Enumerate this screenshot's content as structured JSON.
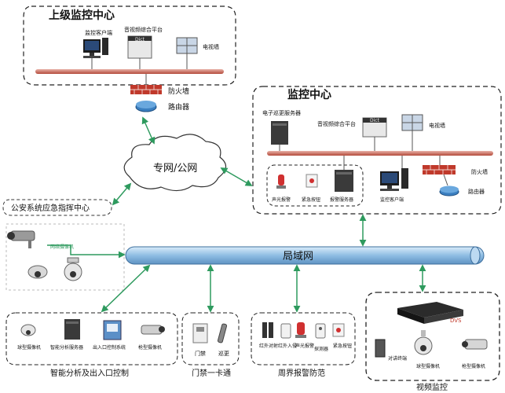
{
  "upper_center": {
    "title": "上级监控中心",
    "client": "监控客户端",
    "platform": "音视频综合平台",
    "platform_brand": "Dict",
    "tvwall": "电视墙",
    "firewall": "防火墙",
    "router": "路由器"
  },
  "monitor_center": {
    "title": "监控中心",
    "electronic_patrol": "电子巡更服务器",
    "platform": "音视频综合平台",
    "platform_brand": "Dict",
    "tvwall": "电视墙",
    "sound_alarm": "声光报警",
    "emergency_button": "紧急按钮",
    "alarm_server": "报警服务器",
    "client": "监控客户端",
    "firewall": "防火墙",
    "router": "路由器"
  },
  "cloud_label": "专网/公网",
  "public_security": "公安系统应急指挥中心",
  "lan_label": "局域网",
  "network_camera_label": "网络摄像机",
  "bottom_groups": {
    "smart": {
      "title": "智能分析及出入口控制",
      "items": [
        "球型摄像机",
        "智能分析服务器",
        "出入口控制系统",
        "枪型摄像机"
      ]
    },
    "access": {
      "title": "门禁一卡通",
      "items": [
        "门禁",
        "巡更"
      ]
    },
    "perimeter": {
      "title": "周界报警防范",
      "items": [
        "红外对射",
        "红外入侵",
        "声光报警",
        "探测器",
        "紧急按钮"
      ]
    },
    "video": {
      "title": "视频监控",
      "dvs": "DVS",
      "items": [
        "对讲终端",
        "球型摄像机",
        "枪型摄像机"
      ]
    }
  },
  "colors": {
    "green_link": "#2e9a5e",
    "red_bus": "#c0392b",
    "lan_pipe": "#9fc6e8",
    "firewall": "#c0392b"
  }
}
